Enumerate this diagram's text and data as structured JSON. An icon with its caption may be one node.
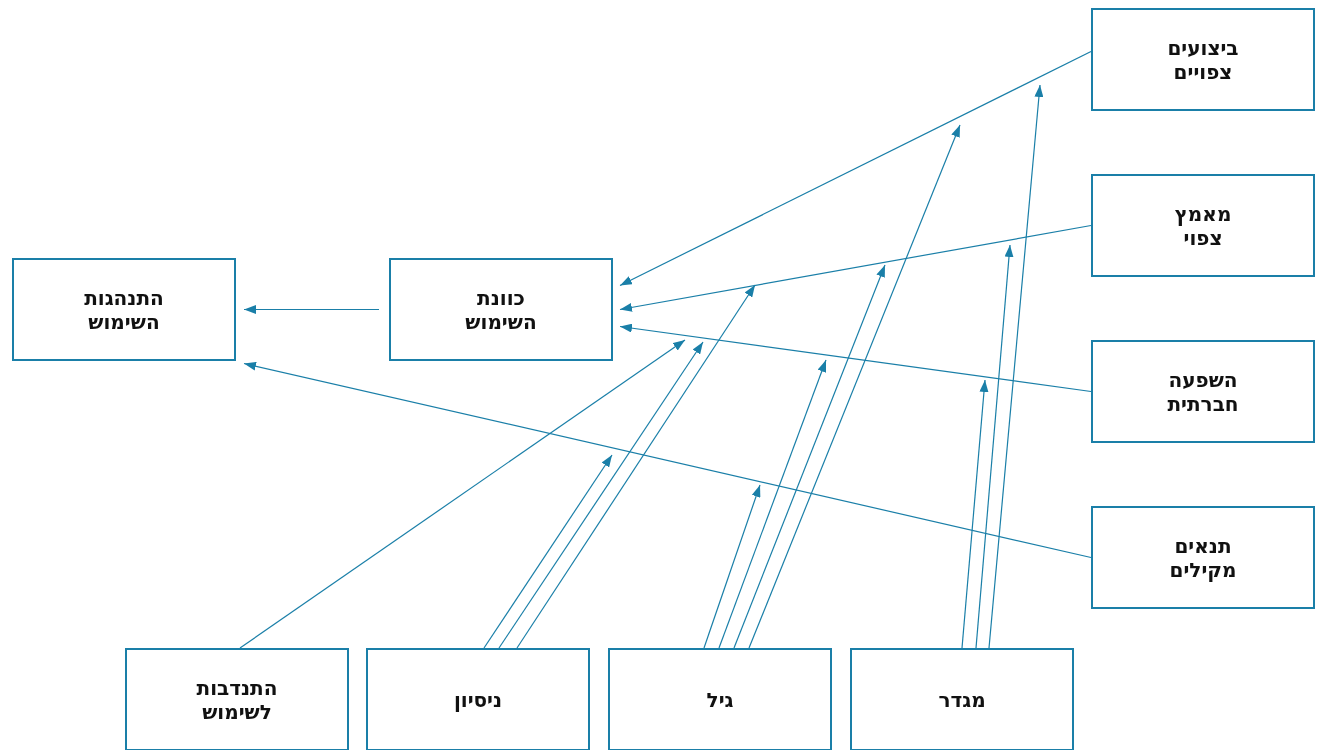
{
  "diagram": {
    "nodes": [
      {
        "text": [
          "התנהגות השימוש"
        ]
      },
      {
        "text": [
          "כוונת השימוש"
        ]
      },
      {
        "text": [
          "ביצועים צפויים"
        ]
      },
      {
        "text": [
          "מאמץ צפוי"
        ]
      },
      {
        "text": [
          "השפעה חברתית"
        ]
      },
      {
        "text": [
          "תנאים מקילים"
        ]
      },
      {
        "text": [
          "התנדבות לשימוש"
        ]
      },
      {
        "text": [
          "ניסיון"
        ]
      },
      {
        "text": [
          "גיל"
        ]
      },
      {
        "text": [
          "מגדר"
        ]
      }
    ],
    "edges": [
      {
        "from": 1,
        "to": 0,
        "arrow": "to"
      },
      {
        "from": 2,
        "to": 1,
        "arrow": "to"
      },
      {
        "from": 3,
        "to": 1,
        "arrow": "to"
      },
      {
        "from": 4,
        "to": 1,
        "arrow": "to"
      },
      {
        "from": 5,
        "to": 0,
        "arrow": "to"
      },
      {
        "from": 6,
        "to": null,
        "arrow": "to"
      },
      {
        "from": 7,
        "to": null,
        "arrow": "to"
      },
      {
        "from": 7,
        "to": null,
        "arrow": "to"
      },
      {
        "from": 7,
        "to": null,
        "arrow": "to"
      },
      {
        "from": 8,
        "to": null,
        "arrow": "to"
      },
      {
        "from": 8,
        "to": null,
        "arrow": "to"
      },
      {
        "from": 8,
        "to": null,
        "arrow": "to"
      },
      {
        "from": 8,
        "to": null,
        "arrow": "to"
      },
      {
        "from": 9,
        "to": null,
        "arrow": "to"
      },
      {
        "from": 9,
        "to": null,
        "arrow": "to"
      },
      {
        "from": 9,
        "to": null,
        "arrow": "to"
      }
    ]
  }
}
